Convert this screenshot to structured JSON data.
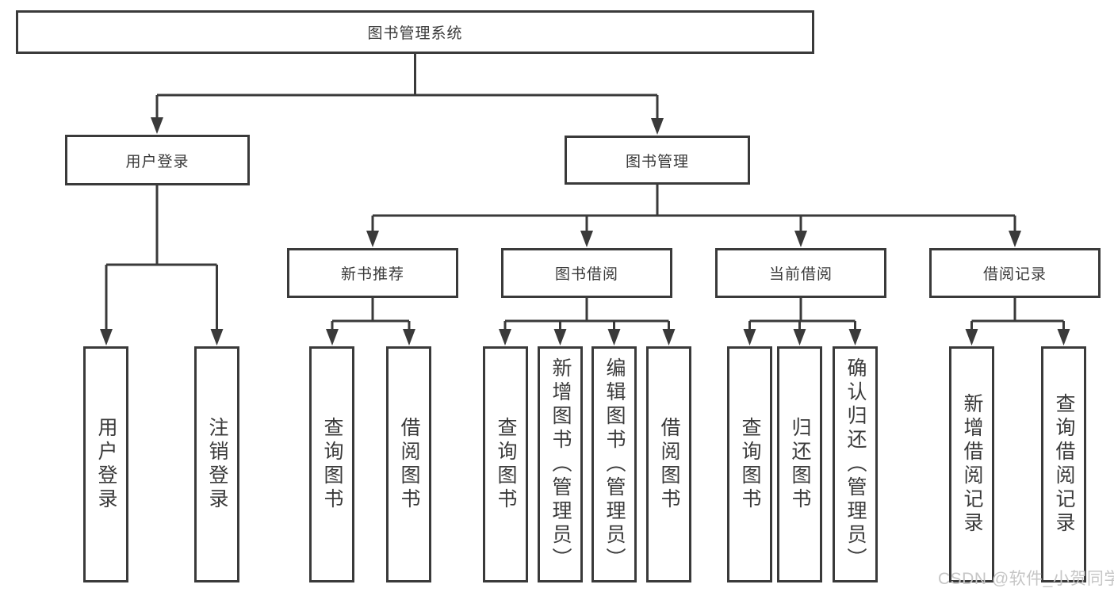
{
  "tree": {
    "label": "图书管理系统",
    "children": [
      {
        "label": "用户登录",
        "children": [
          {
            "label": "用户登录"
          },
          {
            "label": "注销登录"
          }
        ]
      },
      {
        "label": "图书管理",
        "children": [
          {
            "label": "新书推荐",
            "children": [
              {
                "label": "查询图书"
              },
              {
                "label": "借阅图书"
              }
            ]
          },
          {
            "label": "图书借阅",
            "children": [
              {
                "label": "查询图书"
              },
              {
                "label": "新增图书（管理员）"
              },
              {
                "label": "编辑图书（管理员）"
              },
              {
                "label": "借阅图书"
              }
            ]
          },
          {
            "label": "当前借阅",
            "children": [
              {
                "label": "查询图书"
              },
              {
                "label": "归还图书"
              },
              {
                "label": "确认归还（管理员）"
              }
            ]
          },
          {
            "label": "借阅记录",
            "children": [
              {
                "label": "新增借阅记录"
              },
              {
                "label": "查询借阅记录"
              }
            ]
          }
        ]
      }
    ]
  },
  "watermark": {
    "text": "CSDN @软件_小贺同学"
  },
  "colors": {
    "line": "#3a3a3a",
    "box_border": "#3a3a3a",
    "text": "#3a3a3a",
    "background": "#ffffff",
    "watermark": "#c6c6c6"
  }
}
